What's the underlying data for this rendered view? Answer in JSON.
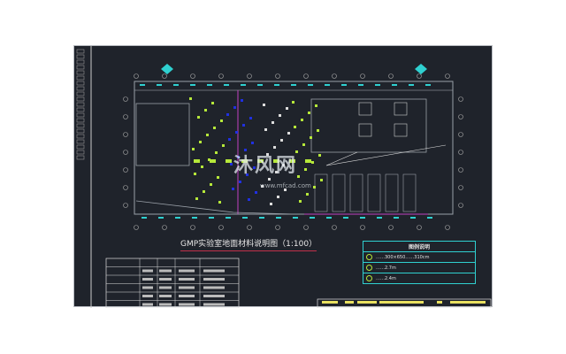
{
  "drawing": {
    "title": "GMP实验室地面材料说明图（1:100）",
    "legend": {
      "header": "图例说明",
      "items": [
        {
          "text": "……300×650……310cm",
          "symbol": "circle-symbol-icon"
        },
        {
          "text": "……2.7m",
          "symbol": "circle-symbol-icon"
        },
        {
          "text": "……2.4m",
          "symbol": "circle-symbol-icon"
        }
      ]
    },
    "watermark": {
      "brand": "沐风网",
      "url": "www.mfcad.com"
    },
    "colors": {
      "background": "#1f232b",
      "walls": "#9aa0a8",
      "cyan": "#2fd0d0",
      "magenta": "#c040c0",
      "green": "#b6e83a",
      "blue": "#2030e0"
    }
  }
}
